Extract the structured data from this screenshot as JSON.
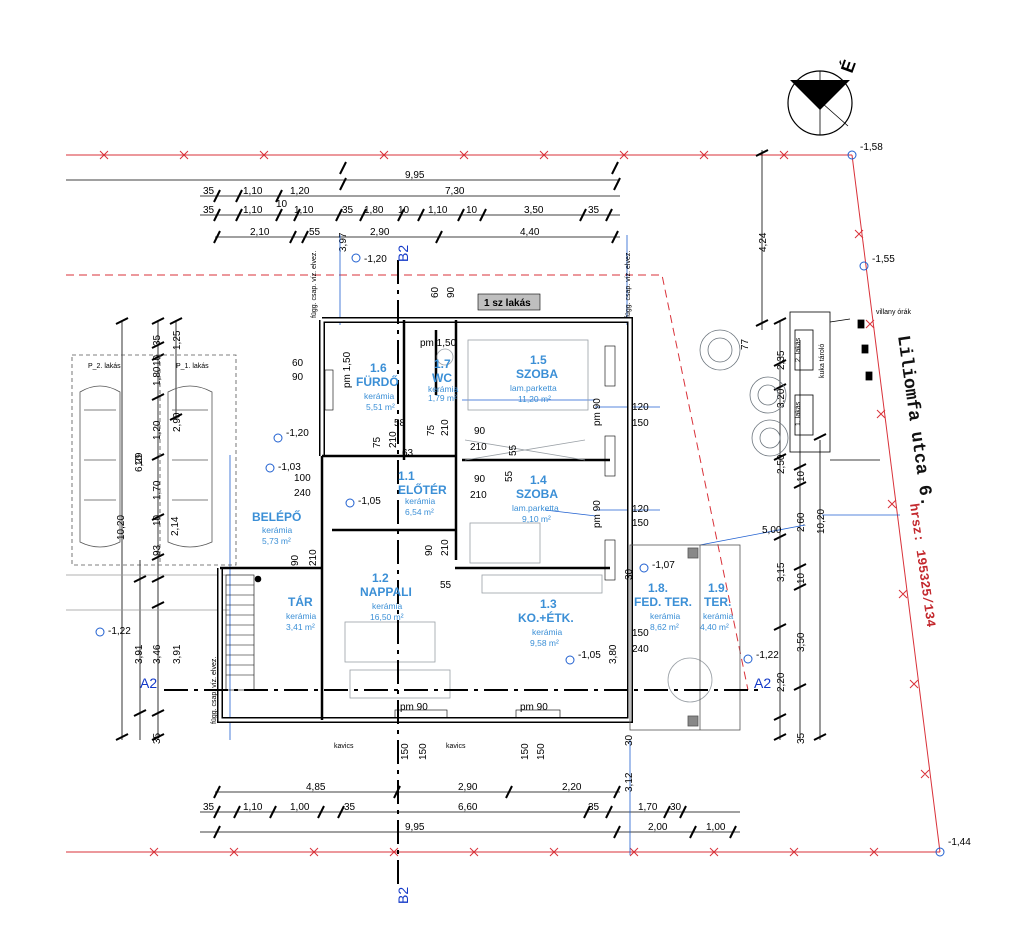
{
  "north_label": "É",
  "street": "Liliomfa utca 6.",
  "hrsz": "hrsz: 195325/134",
  "apartment_label": "1 sz lakás",
  "rooms": [
    {
      "id": "1.1",
      "name": "ELŐTÉR",
      "material": "kerámia",
      "area": "6,54 m²"
    },
    {
      "id": "1.2",
      "name": "NAPPALI",
      "material": "kerámia",
      "area": "16,50 m²"
    },
    {
      "id": "1.3",
      "name": "KO.+ÉTK.",
      "material": "kerámia",
      "area": "9,58 m²"
    },
    {
      "id": "1.4",
      "name": "SZOBA",
      "material": "lam.parketta",
      "area": "9,10 m²"
    },
    {
      "id": "1.5",
      "name": "SZOBA",
      "material": "lam.parketta",
      "area": "11,20 m²"
    },
    {
      "id": "1.6",
      "name": "FÜRDŐ",
      "material": "kerámia",
      "area": "5,51 m²"
    },
    {
      "id": "1.7",
      "name": "WC",
      "material": "kerámia",
      "area": "1,79 m²"
    },
    {
      "id": "1.8.",
      "name": "FED. TER.",
      "material": "kerámia",
      "area": "8,62 m²"
    },
    {
      "id": "1.9.",
      "name": "TER.",
      "material": "kerámia",
      "area": "4,40 m²"
    }
  ],
  "outer_rooms": [
    {
      "name": "BELÉPŐ",
      "material": "kerámia",
      "area": "5,73 m²"
    },
    {
      "name": "TÁR",
      "material": "kerámia",
      "area": "3,41 m²"
    }
  ],
  "sections": {
    "a": "A2",
    "b": "B2"
  },
  "levels": [
    "-1,58",
    "-1,55",
    "-1,20",
    "-1,20",
    "-1,03",
    "-1,05",
    "-1,07",
    "-1,22",
    "-1,22",
    "-1,05",
    "-1,44"
  ],
  "labels": {
    "kavics": "kavics",
    "villany": "villany órák",
    "parking1": "P_1. lakás",
    "parking2": "P_2. lakás",
    "mailbox1": "1. lakás",
    "mailbox2": "2. lakás",
    "mailbox_tag": "kuka tároló",
    "pipe_note": "függ. csap. víz. elvez."
  },
  "top_dims": {
    "row1": [
      "9,95"
    ],
    "row2": [
      "35",
      "1,10",
      "1,20",
      "7,30"
    ],
    "row3": [
      "35",
      "1,10",
      "10",
      "1,10",
      "35",
      "1,80",
      "10",
      "1,10",
      "10",
      "3,50",
      "35"
    ],
    "row4": [
      "2,10",
      "55",
      "3,97",
      "2,90",
      "4,40"
    ]
  },
  "bottom_dims": {
    "row1": [
      "4,85",
      "2,90",
      "2,20"
    ],
    "row2": [
      "35",
      "1,10",
      "1,00",
      "35",
      "6,60",
      "35",
      "1,70",
      "30"
    ],
    "row3": [
      "9,95",
      "2,00",
      "1,00"
    ]
  },
  "left_dims": [
    "35",
    "1,25",
    "10",
    "1,80",
    "6,29",
    "1,20",
    "2,90",
    "10",
    "10,20",
    "1,70",
    "2,14",
    "10",
    "93",
    "3,91",
    "3,46",
    "3,91",
    "35"
  ],
  "right_dims": [
    "4,24",
    "2,35",
    "77",
    "3,20",
    "2,50",
    "10",
    "2,60",
    "10,20",
    "3,15",
    "10",
    "3,50",
    "2,20",
    "35"
  ],
  "misc_dims": [
    "60",
    "90",
    "60",
    "90",
    "1,50",
    "pm 1,50",
    "58",
    "75",
    "210",
    "63",
    "75",
    "210",
    "90",
    "210",
    "55",
    "90",
    "210",
    "55",
    "100",
    "240",
    "90",
    "210",
    "55",
    "90",
    "210",
    "120",
    "150",
    "120",
    "150",
    "30",
    "150",
    "240",
    "3,80",
    "30",
    "3,12",
    "150",
    "150",
    "150",
    "150",
    "5,00",
    "pm 90",
    "pm 90",
    "pm 90",
    "pm 90"
  ]
}
